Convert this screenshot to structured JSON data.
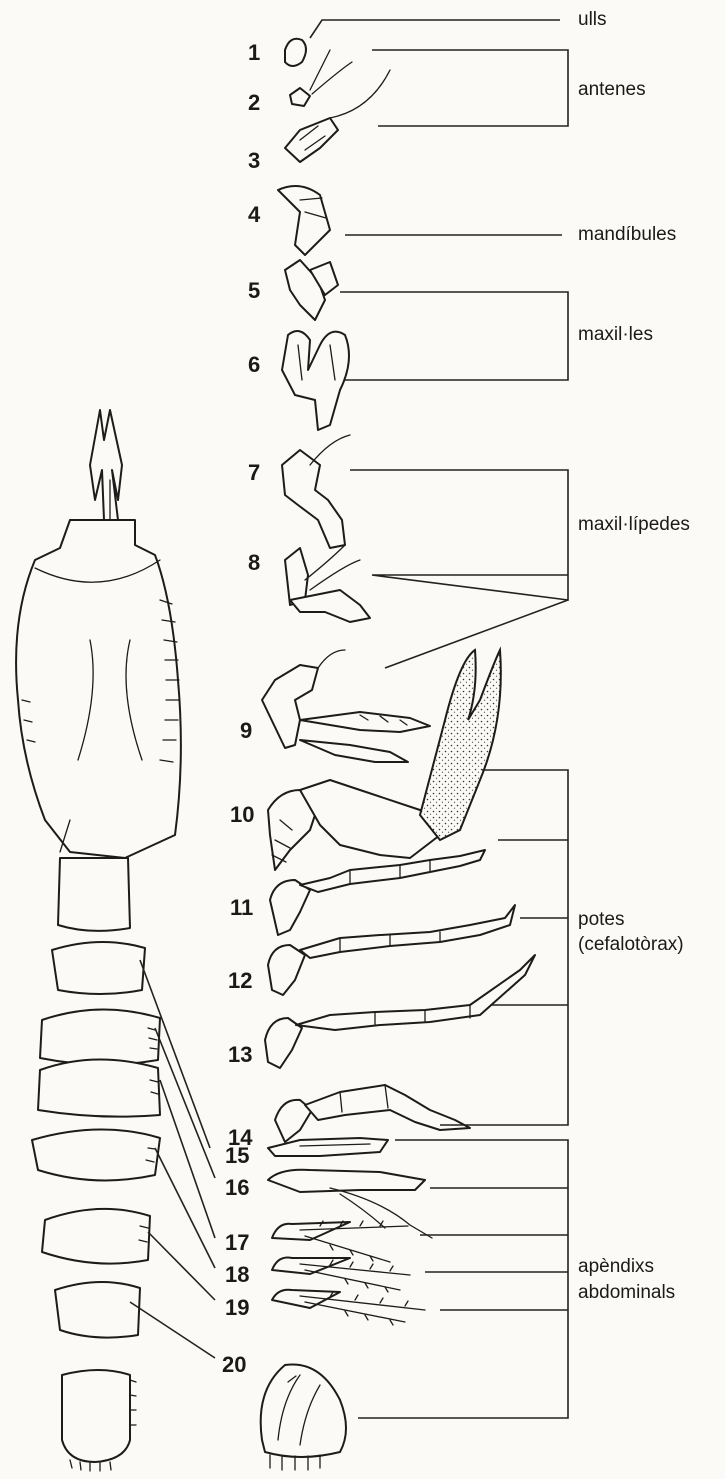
{
  "numbers": [
    "1",
    "2",
    "3",
    "4",
    "5",
    "6",
    "7",
    "8",
    "9",
    "10",
    "11",
    "12",
    "13",
    "14",
    "15",
    "16",
    "17",
    "18",
    "19",
    "20"
  ],
  "labels": {
    "ulls": "ulls",
    "antenes": "antenes",
    "mandibules": "mandíbules",
    "maxiles": "maxil·les",
    "maxilipedes": "maxil·lípedes",
    "potes_line1": "potes",
    "potes_line2": "(cefalotòrax)",
    "apendixs_line1": "apèndixs",
    "apendixs_line2": "abdominals"
  },
  "icons": {
    "body_outline": "crayfish-dorsal-body-icon",
    "appendage": "appendage-drawing-icon"
  }
}
